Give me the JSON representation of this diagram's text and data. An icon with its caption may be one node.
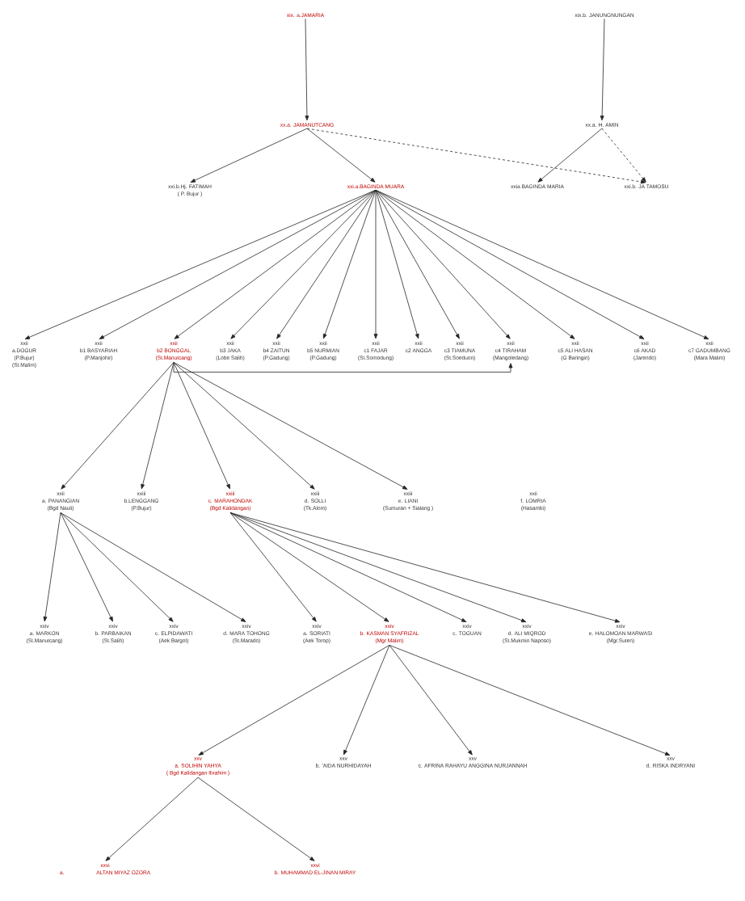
{
  "diagram": {
    "nodes": [
      {
        "text": [
          "xix. a.JAMARIA"
        ]
      },
      {
        "text": [
          "xix.b. JANUNGNUNGAN"
        ]
      },
      {
        "text": [
          "xx.a. JAMANUTCANG"
        ]
      },
      {
        "text": [
          "xx.a. H. AMIN"
        ]
      },
      {
        "text": [
          "xxi.b.Hj. FATIMAH",
          "( P. Bujur )"
        ]
      },
      {
        "text": [
          "xxi.a.BAGINDA MUARA"
        ]
      },
      {
        "text": [
          "xxia BAGINDA MARIA"
        ]
      },
      {
        "text": [
          "xxi.b. JA TAMOSU"
        ]
      },
      {
        "text": [
          "xxii",
          "a.DOGUR",
          "(P.Bujur)",
          "(St.Malim)"
        ]
      },
      {
        "text": [
          "xxii",
          "b1 BASYARIAH",
          "(P.Manjohir)"
        ]
      },
      {
        "text": [
          "xxii",
          "b2 BONGGAL",
          "(St.Manutcang)"
        ]
      },
      {
        "text": [
          "xxii",
          "b3 JAKA",
          "(Lobe Salih)"
        ]
      },
      {
        "text": [
          "xxii",
          "b4 ZAITUN",
          "(P.Gadung)"
        ]
      },
      {
        "text": [
          "xxii",
          "b5 NURMIAN",
          "(P.Gadung)"
        ]
      },
      {
        "text": [
          "xxii",
          "c1 FAJAR",
          "(St.Somodung)"
        ]
      },
      {
        "text": [
          "xxii",
          "c2 ANGGA"
        ]
      },
      {
        "text": [
          "xxii",
          "c3 TIAMUNA",
          "(St.Soeduon)"
        ]
      },
      {
        "text": [
          "xxii",
          "c4 TIRAHAM",
          "(Mangoledang)"
        ]
      },
      {
        "text": [
          "xxii",
          "c5 ALI HASAN",
          "(G Baringin)"
        ]
      },
      {
        "text": [
          "xxii",
          "c6 AKAD",
          "(Jarendo)"
        ]
      },
      {
        "text": [
          "xxii",
          "c7 GADUMBANG",
          "(Mara Malim)"
        ]
      },
      {
        "text": [
          "xxii",
          "a. PANANGIAN",
          "(Bgd Nauli)"
        ]
      },
      {
        "text": [
          "xxiii",
          "b.LENGGANG",
          "(P.Bujur)"
        ]
      },
      {
        "text": [
          "xxiii",
          "c. MARAHONDAK",
          "(Bgd Kalidangan)"
        ]
      },
      {
        "text": [
          "xxiii",
          "d. SOLLI",
          "(Tk.Alom)"
        ]
      },
      {
        "text": [
          "xxiii",
          "e. LIANI",
          "(Sumuran + Sialang )"
        ]
      },
      {
        "text": [
          "xxii",
          "f. LOMRIA",
          "(Hasambi)"
        ]
      },
      {
        "text": [
          "xxiv",
          "a. MARKON",
          "(St.Manutcang)"
        ]
      },
      {
        "text": [
          "xxiv",
          "b. PARBAIKAN",
          "(St.Salih)"
        ]
      },
      {
        "text": [
          "xxiv",
          "c. ELPIDAWATI",
          "(Aek Bargot)"
        ]
      },
      {
        "text": [
          "xxiv",
          "d. MARA TOHONG",
          "(St.Marado)"
        ]
      },
      {
        "text": [
          "xxiv",
          "a. SORIATI",
          "(Aek Torop)"
        ]
      },
      {
        "text": [
          "xxiv",
          "b. KASMAN SYAFRIZAL",
          "(Mgr Malim)"
        ]
      },
      {
        "text": [
          "xxiv",
          "c. TOGUAN"
        ]
      },
      {
        "text": [
          "xxiv",
          "d. ALI MIQROD",
          "(St.Mukmin Naposo)"
        ]
      },
      {
        "text": [
          "xxiv",
          "e. HALOMOAN MARWASI",
          "(Mgr.Suten)"
        ]
      },
      {
        "text": [
          "xxv",
          "a. SOLIHIN YAHYA",
          "( Bgd Kalidangan Ibrahim )"
        ]
      },
      {
        "text": [
          "xxv",
          "b. 'AIDA NURHIDAYAH"
        ]
      },
      {
        "text": [
          "xxv",
          "c. AFRINA RAHAYU ANGGINA NURJANNAH"
        ]
      },
      {
        "text": [
          "xxv",
          "d. RISKA INDRYANI"
        ]
      },
      {
        "text": [
          "xxvi",
          "a.",
          "ALTAN MIYAZ OZORA"
        ]
      },
      {
        "text": [
          "xxvi",
          "b. MUHAMMAD EL-JINAN MIRAY"
        ]
      }
    ],
    "edges": [
      {
        "from": 0,
        "to": 2,
        "arrow": "to"
      },
      {
        "from": 1,
        "to": 3,
        "arrow": "to"
      },
      {
        "from": 2,
        "to": 4,
        "arrow": "to"
      },
      {
        "from": 2,
        "to": 5,
        "arrow": "to"
      },
      {
        "from": 2,
        "to": 7,
        "arrow": "to",
        "style": "dashed"
      },
      {
        "from": 3,
        "to": 6,
        "arrow": "to"
      },
      {
        "from": 3,
        "to": 7,
        "arrow": "to",
        "style": "dashed"
      },
      {
        "from": 5,
        "to": 8,
        "arrow": "to"
      },
      {
        "from": 5,
        "to": 9,
        "arrow": "to"
      },
      {
        "from": 5,
        "to": 10,
        "arrow": "to"
      },
      {
        "from": 5,
        "to": 11,
        "arrow": "to"
      },
      {
        "from": 5,
        "to": 12,
        "arrow": "to"
      },
      {
        "from": 5,
        "to": 13,
        "arrow": "to"
      },
      {
        "from": 5,
        "to": 14,
        "arrow": "to"
      },
      {
        "from": 5,
        "to": 15,
        "arrow": "to"
      },
      {
        "from": 5,
        "to": 16,
        "arrow": "to"
      },
      {
        "from": 5,
        "to": 17,
        "arrow": "to"
      },
      {
        "from": 5,
        "to": 18,
        "arrow": "to"
      },
      {
        "from": 5,
        "to": 19,
        "arrow": "to"
      },
      {
        "from": 5,
        "to": 20,
        "arrow": "to"
      },
      {
        "from": 10,
        "to": 17,
        "arrow": "to"
      },
      {
        "from": 10,
        "to": 21,
        "arrow": "to"
      },
      {
        "from": 10,
        "to": 22,
        "arrow": "to"
      },
      {
        "from": 10,
        "to": 23,
        "arrow": "to"
      },
      {
        "from": 10,
        "to": 24,
        "arrow": "to"
      },
      {
        "from": 10,
        "to": 25,
        "arrow": "to"
      },
      {
        "from": 21,
        "to": 27,
        "arrow": "to"
      },
      {
        "from": 21,
        "to": 28,
        "arrow": "to"
      },
      {
        "from": 21,
        "to": 29,
        "arrow": "to"
      },
      {
        "from": 21,
        "to": 30,
        "arrow": "to"
      },
      {
        "from": 23,
        "to": 31,
        "arrow": "to"
      },
      {
        "from": 23,
        "to": 32,
        "arrow": "to"
      },
      {
        "from": 23,
        "to": 33,
        "arrow": "to"
      },
      {
        "from": 23,
        "to": 34,
        "arrow": "to"
      },
      {
        "from": 23,
        "to": 35,
        "arrow": "to"
      },
      {
        "from": 32,
        "to": 36,
        "arrow": "to"
      },
      {
        "from": 32,
        "to": 37,
        "arrow": "to"
      },
      {
        "from": 32,
        "to": 38,
        "arrow": "to"
      },
      {
        "from": 32,
        "to": 39,
        "arrow": "to"
      },
      {
        "from": 36,
        "to": 40,
        "arrow": "to"
      },
      {
        "from": 36,
        "to": 41,
        "arrow": "to"
      }
    ]
  }
}
